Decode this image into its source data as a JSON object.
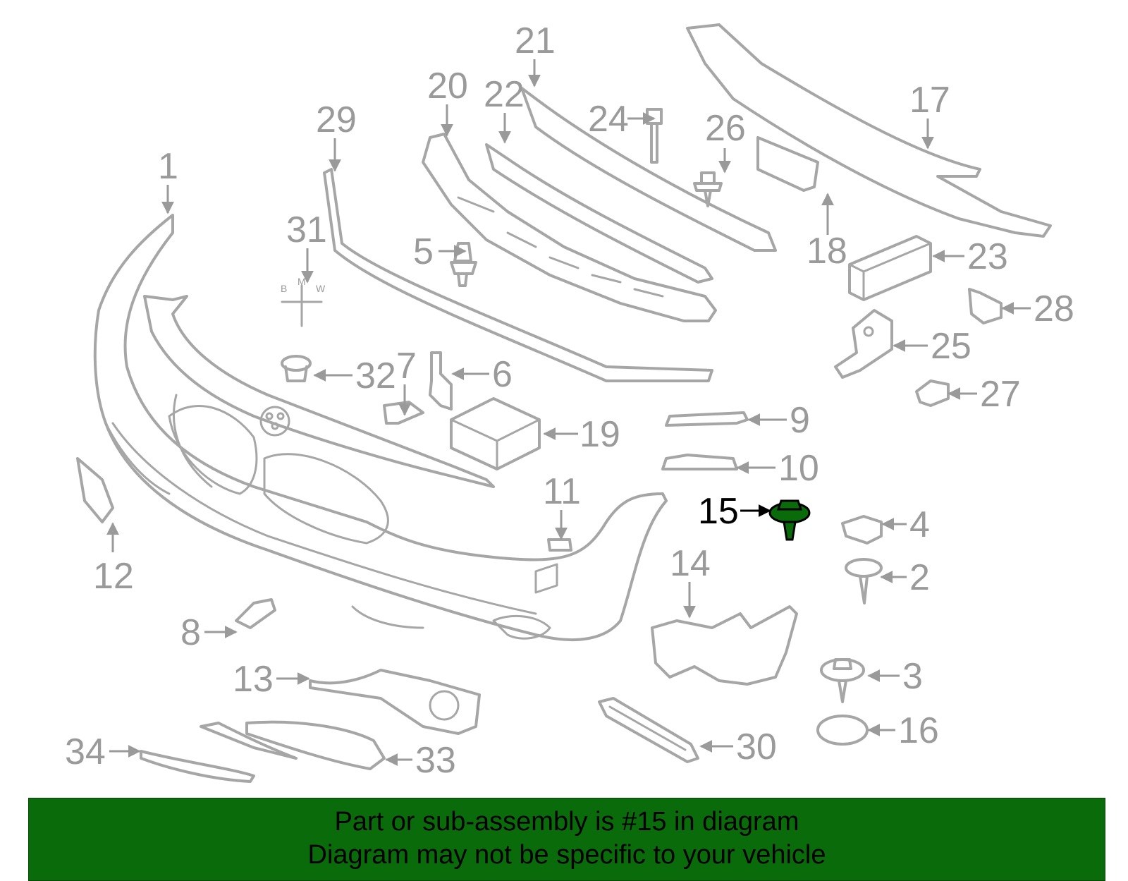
{
  "diagram": {
    "highlighted_part": "15",
    "highlight_color": "#0a6b0a",
    "part_stroke_color": "#a6a6a6",
    "callouts": [
      {
        "id": "1",
        "label": "1"
      },
      {
        "id": "2",
        "label": "2"
      },
      {
        "id": "3",
        "label": "3"
      },
      {
        "id": "4",
        "label": "4"
      },
      {
        "id": "5",
        "label": "5"
      },
      {
        "id": "6",
        "label": "6"
      },
      {
        "id": "7",
        "label": "7"
      },
      {
        "id": "8",
        "label": "8"
      },
      {
        "id": "9",
        "label": "9"
      },
      {
        "id": "10",
        "label": "10"
      },
      {
        "id": "11",
        "label": "11"
      },
      {
        "id": "12",
        "label": "12"
      },
      {
        "id": "13",
        "label": "13"
      },
      {
        "id": "14",
        "label": "14"
      },
      {
        "id": "15",
        "label": "15"
      },
      {
        "id": "16",
        "label": "16"
      },
      {
        "id": "17",
        "label": "17"
      },
      {
        "id": "18",
        "label": "18"
      },
      {
        "id": "19",
        "label": "19"
      },
      {
        "id": "20",
        "label": "20"
      },
      {
        "id": "21",
        "label": "21"
      },
      {
        "id": "22",
        "label": "22"
      },
      {
        "id": "23",
        "label": "23"
      },
      {
        "id": "24",
        "label": "24"
      },
      {
        "id": "25",
        "label": "25"
      },
      {
        "id": "26",
        "label": "26"
      },
      {
        "id": "27",
        "label": "27"
      },
      {
        "id": "28",
        "label": "28"
      },
      {
        "id": "29",
        "label": "29"
      },
      {
        "id": "30",
        "label": "30"
      },
      {
        "id": "31",
        "label": "31"
      },
      {
        "id": "32",
        "label": "32"
      },
      {
        "id": "33",
        "label": "33"
      },
      {
        "id": "34",
        "label": "34"
      }
    ],
    "emblem_letters": [
      "B",
      "M",
      "W"
    ]
  },
  "banner": {
    "line1": "Part or sub-assembly is #15 in diagram",
    "line2": "Diagram may not be specific to your vehicle",
    "background_color": "#0a6b0a"
  }
}
